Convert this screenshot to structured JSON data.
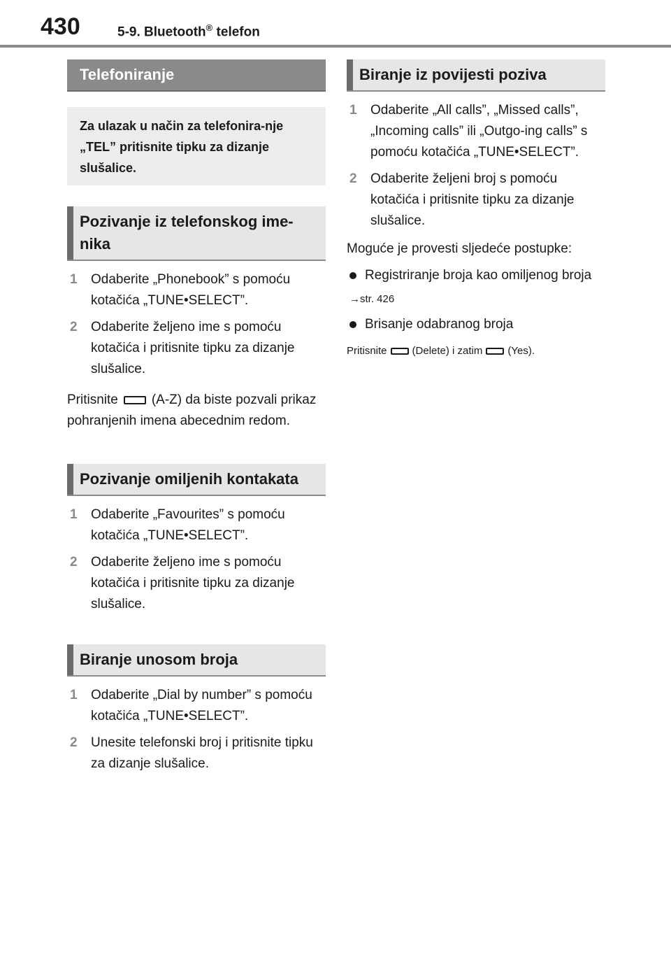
{
  "header": {
    "page_number": "430",
    "section_prefix": "5-9. Bluetooth",
    "section_reg": "®",
    "section_suffix": " telefon"
  },
  "left": {
    "telefoniranje": {
      "title": "Telefoniranje",
      "lead": "Za ulazak u način za telefonira-nje „TEL” pritisnite tipku za dizanje slušalice."
    },
    "phonebook": {
      "title": "Pozivanje iz telefonskog ime-nika",
      "steps": [
        {
          "num": "1",
          "text": "Odaberite „Phonebook” s pomoću kotačića „TUNE•SELECT”."
        },
        {
          "num": "2",
          "text": "Odaberite željeno ime s pomoću kotačića i pritisnite tipku za dizanje slušalice."
        }
      ],
      "note_before": "Pritisnite",
      "note_after": "(A-Z) da biste pozvali prikaz pohranjenih imena abecednim redom."
    },
    "favourites": {
      "title": "Pozivanje omiljenih kontakata",
      "steps": [
        {
          "num": "1",
          "text": "Odaberite „Favourites” s pomoću kotačića „TUNE•SELECT”."
        },
        {
          "num": "2",
          "text": "Odaberite željeno ime s pomoću kotačića i pritisnite tipku za dizanje slušalice."
        }
      ]
    },
    "dial": {
      "title": "Biranje unosom broja",
      "steps": [
        {
          "num": "1",
          "text": "Odaberite „Dial by number” s pomoću kotačića „TUNE•SELECT”."
        },
        {
          "num": "2",
          "text": "Unesite telefonski broj i pritisnite tipku za dizanje slušalice."
        }
      ]
    }
  },
  "right": {
    "history": {
      "title": "Biranje iz povijesti poziva",
      "steps": [
        {
          "num": "1",
          "text": "Odaberite „All calls”, „Missed calls”, „Incoming calls” ili „Outgo-ing calls” s pomoću kotačića „TUNE•SELECT”."
        },
        {
          "num": "2",
          "text": "Odaberite željeni broj s pomoću kotačića i pritisnite tipku za dizanje slušalice."
        }
      ],
      "intro": "Moguće je provesti sljedeće postupke:",
      "bullet1": "Registriranje broja kao omiljenog broja",
      "ref_arrow": "→",
      "ref_text": "str. 426",
      "bullet2": "Brisanje odabranog broja",
      "delete_before": "Pritisnite",
      "delete_middle": "(Delete) i zatim",
      "delete_after": "(Yes)."
    }
  }
}
